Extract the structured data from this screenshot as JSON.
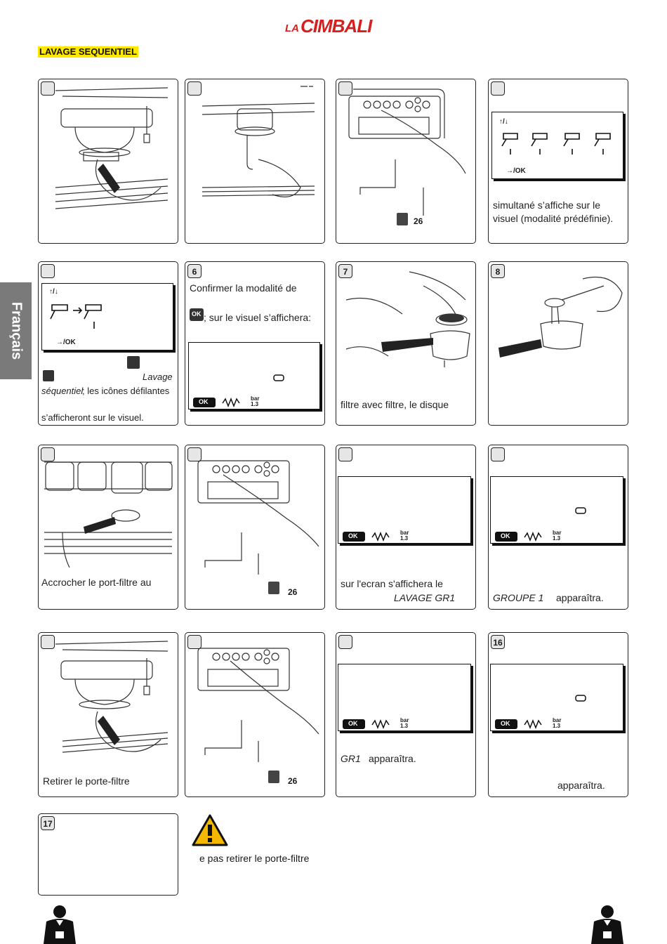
{
  "header": {
    "brand_prefix": "LA",
    "brand_name": "CIMBALI",
    "brand_color": "#d42020"
  },
  "section_title": "LAVAGE SEQUENTIEL",
  "language_tab": "Français",
  "panels": {
    "p1": {
      "number": ""
    },
    "p2": {
      "number": ""
    },
    "p3": {
      "number": "",
      "ref_page": "26"
    },
    "p4": {
      "number": "",
      "screen_top": "↑/↓",
      "screen_bottom": "→/OK",
      "text": "simultané s’affiche sur le visuel (modalité prédéfinie)."
    },
    "p5": {
      "number": "",
      "screen_top": "↑/↓",
      "screen_bottom": "→/OK",
      "text_right": "Lavage",
      "text_a": "séquentiel",
      "text_b": "; les icônes défilantes",
      "text_c": "s’afficheront sur le visuel."
    },
    "p6": {
      "number": "6",
      "text_a": "Confirmer la modalité de",
      "ok_small": "OK",
      "text_b": "; sur le visuel s’affichera:",
      "ok_label": "OK",
      "bar_top": "bar",
      "bar_val": "1.3"
    },
    "p7": {
      "number": "7",
      "text": "filtre avec filtre, le disque"
    },
    "p8": {
      "number": "8"
    },
    "p9": {
      "number": "",
      "text": "Accrocher le port-filtre au"
    },
    "p10": {
      "number": "",
      "ref_page": "26"
    },
    "p11": {
      "number": "",
      "ok_label": "OK",
      "bar_top": "bar",
      "bar_val": "1.3",
      "text_a": "sur l'ecran s'affichera le",
      "text_b": "LAVAGE GR1"
    },
    "p12": {
      "number": "",
      "ok_label": "OK",
      "bar_top": "bar",
      "bar_val": "1.3",
      "text_a": "GROUPE 1",
      "text_b": "apparaîtra."
    },
    "p13": {
      "number": "",
      "text": "Retirer le porte-filtre"
    },
    "p14": {
      "number": "",
      "ref_page": "26"
    },
    "p15": {
      "number": "",
      "ok_label": "OK",
      "bar_top": "bar",
      "bar_val": "1.3",
      "text_a": "GR1",
      "text_b": "apparaîtra."
    },
    "p16": {
      "number": "16",
      "ok_label": "OK",
      "bar_top": "bar",
      "bar_val": "1.3",
      "text": "apparaîtra."
    },
    "p17": {
      "number": "17"
    }
  },
  "warning": {
    "icon": "warning-triangle-icon",
    "text": "e pas retirer le porte-filtre"
  },
  "footer": {
    "left_icon": "barista-figure-icon",
    "right_icon": "barista-figure-icon"
  }
}
